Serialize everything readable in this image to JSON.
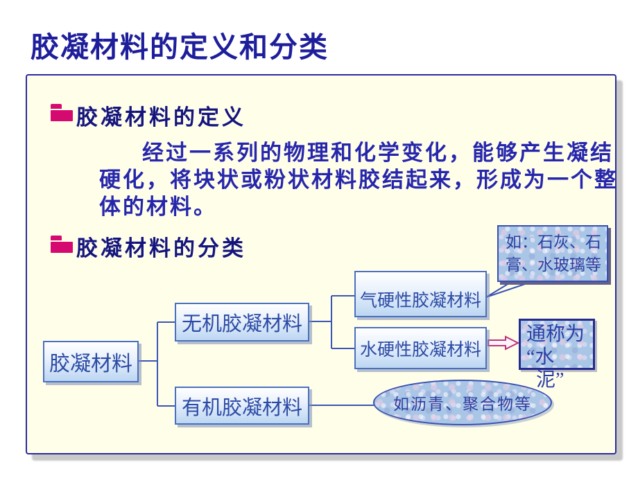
{
  "slide_title": "胶凝材料的定义和分类",
  "panel": {
    "section1": {
      "heading": "胶凝材料的定义"
    },
    "definition": {
      "lines": [
        "经过一系列的物理和化学变化，能够产生凝结",
        "硬化，将块状或粉状材料胶结起来，形成为一个整",
        "体的材料。"
      ]
    },
    "section2": {
      "heading": "胶凝材料的分类"
    },
    "flowchart": {
      "root_label": "胶凝材料",
      "inorganic_label": "无机胶凝材料",
      "organic_label": "有机胶凝材料",
      "air_hardening_label": "气硬性胶凝材料",
      "hydraulic_label": "水硬性胶凝材料",
      "air_examples_callout": "如：石灰、石膏、水玻璃等",
      "cement_note_lines": [
        "通称为",
        "“水",
        "泥”"
      ],
      "organic_examples": "如沥青、聚合物等"
    }
  },
  "icons": {
    "section_bullet_1": "folder-icon",
    "section_bullet_2": "folder-icon"
  },
  "colors": {
    "title_text": "#1e1e9c",
    "body_text": "#2626ad",
    "heading_text": "#14147e",
    "folder_icon": "#d40a70",
    "panel_bg": "#fffee9",
    "panel_border": "#2a2aa0",
    "box_border": "#4a6fbe",
    "box_text": "#2b4aa5",
    "connector": "#3a55b5",
    "arrow_outline": "#c0317c"
  }
}
